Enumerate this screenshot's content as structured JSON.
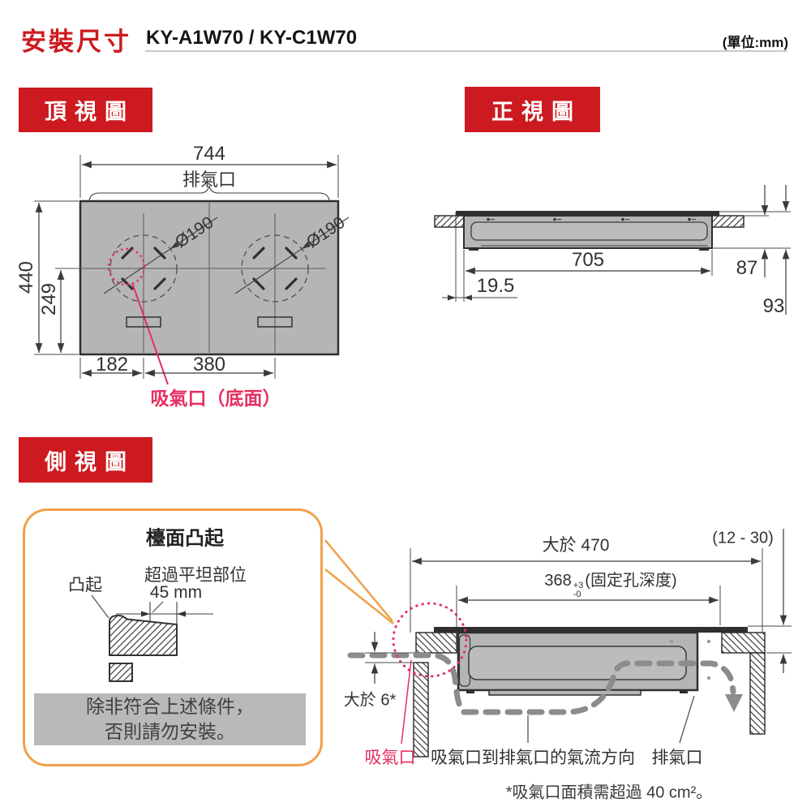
{
  "header": {
    "title": "安裝尺寸",
    "models": "KY-A1W70 / KY-C1W70",
    "unit_note": "(單位:mm)"
  },
  "colors": {
    "accent_red": "#cc1a20",
    "accent_pink": "#e5305f",
    "panel_gray": "#b5b5b5",
    "callout_orange": "#f0a14b",
    "flow_gray": "#8c8c8c"
  },
  "top_view": {
    "label": "頂視圖",
    "total_width": "744",
    "exhaust_label": "排氣口",
    "burner_diameter": "Ø190",
    "total_depth": "440",
    "burner_center_depth": "249",
    "burner_left_offset": "182",
    "burner_spacing": "380",
    "intake_label": "吸氣口（底面）"
  },
  "front_view": {
    "label": "正視圖",
    "body_width": "705",
    "lip_overhang": "19.5",
    "under_counter_height": "87",
    "total_height": "93"
  },
  "side_view": {
    "label": "側視圖",
    "min_depth": "大於 470",
    "hole_depth_value": "368",
    "hole_depth_tol_plus": "+3",
    "hole_depth_tol_minus": "-0",
    "hole_depth_note": "(固定孔深度)",
    "counter_thickness": "(12 - 30)",
    "min_gap": "大於 6*",
    "intake_label": "吸氣口",
    "airflow_label": "吸氣口到排氣口的氣流方向",
    "exhaust_label": "排氣口",
    "footnote": "*吸氣口面積需超過 40 cm²。"
  },
  "callout": {
    "title": "檯面凸起",
    "bump_label": "凸起",
    "condition_line1": "超過平坦部位",
    "condition_line2": "45 mm",
    "warning_line1": "除非符合上述條件，",
    "warning_line2": "否則請勿安裝。"
  }
}
